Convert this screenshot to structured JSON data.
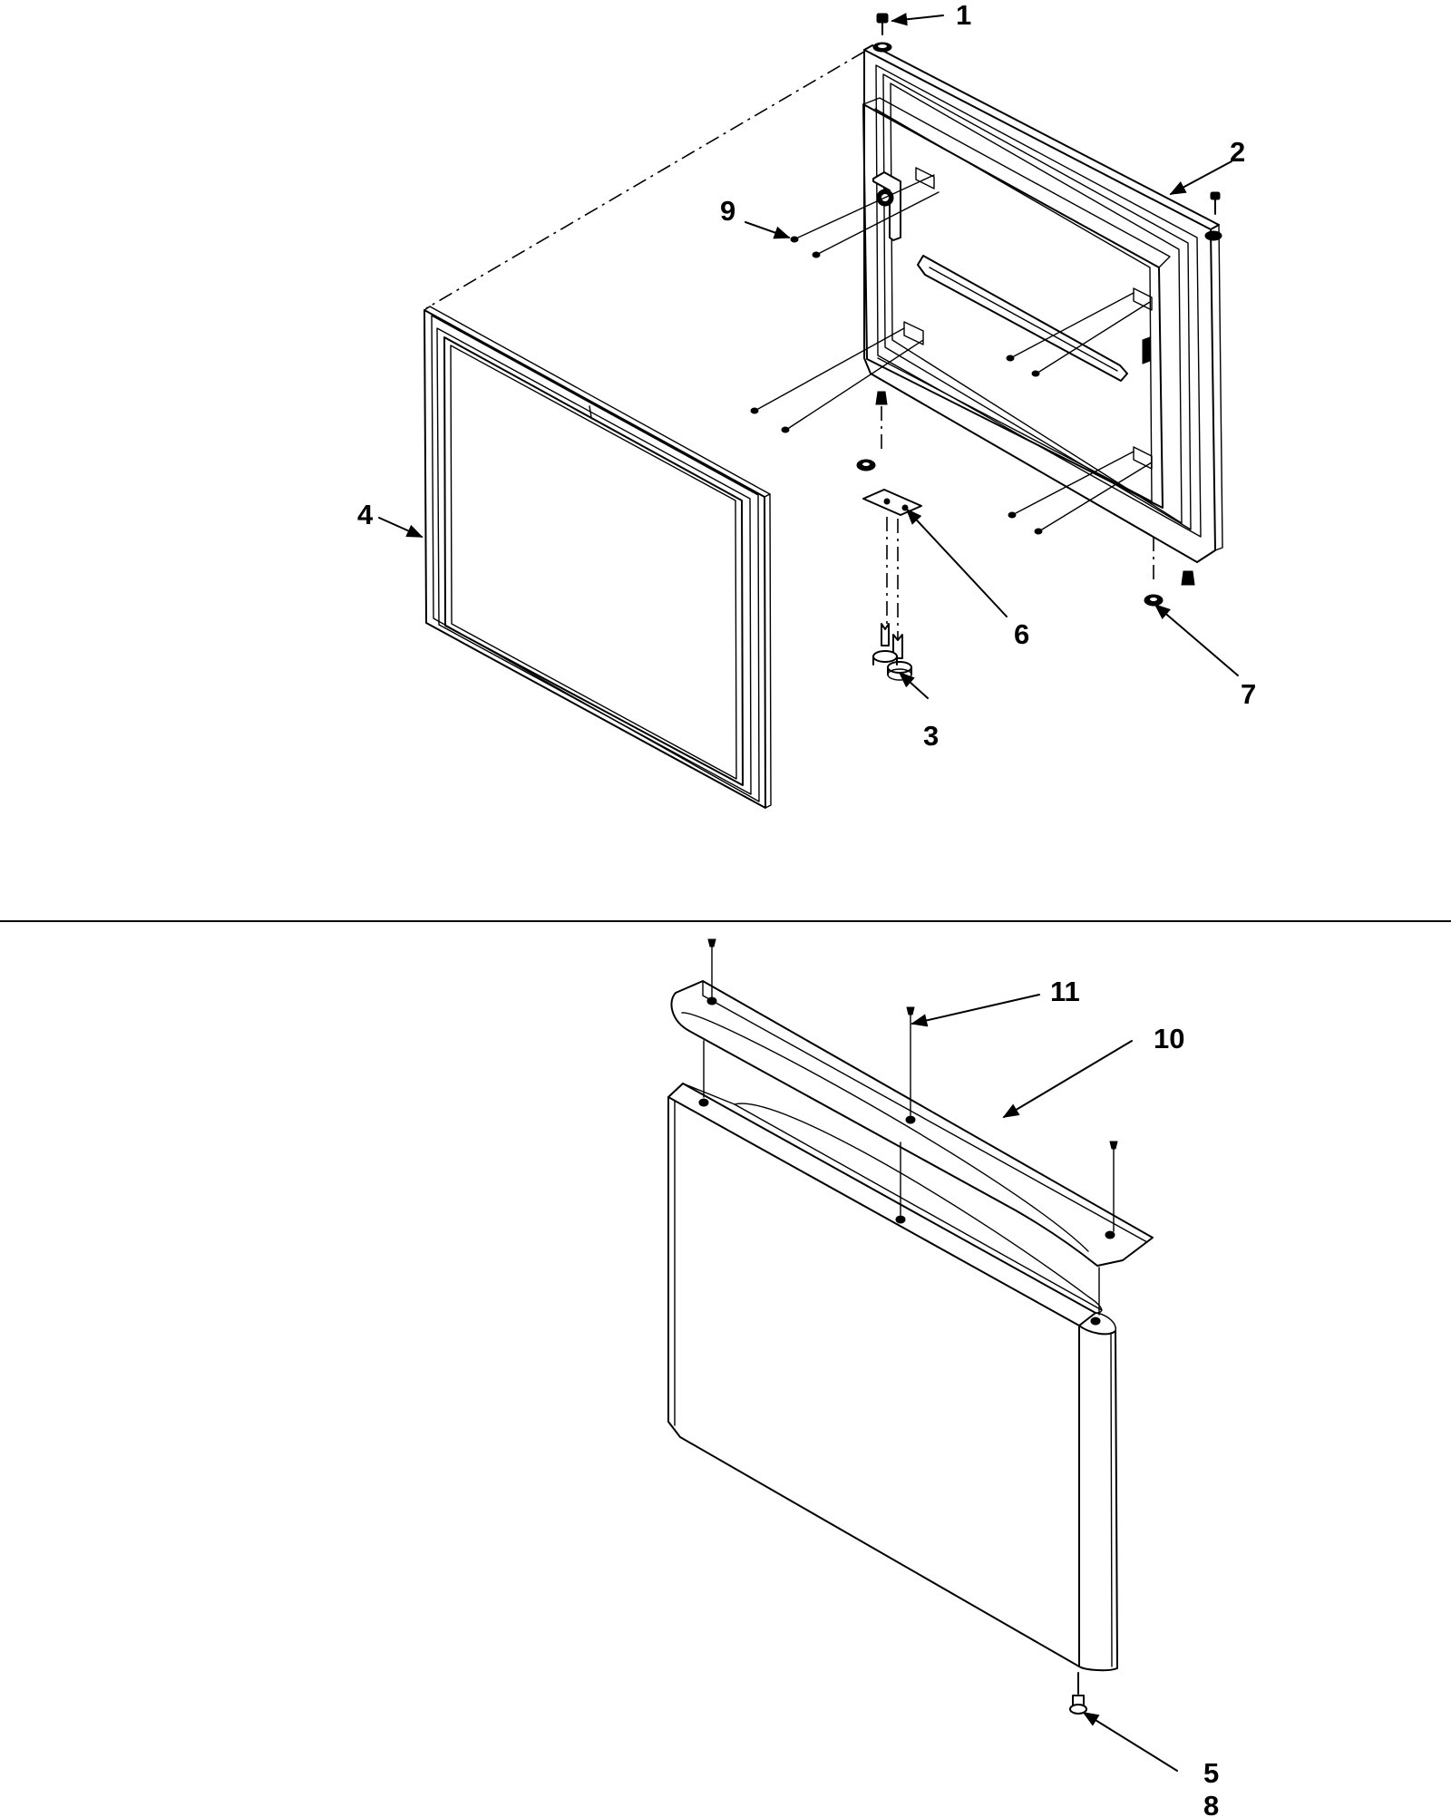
{
  "callouts": {
    "c1": "1",
    "c2": "2",
    "c3": "3",
    "c4": "4",
    "c5": "5",
    "c6": "6",
    "c7": "7",
    "c8": "8",
    "c9": "9",
    "c10": "10",
    "c11": "11"
  },
  "colors": {
    "ink": "#000000",
    "paper": "#ffffff"
  }
}
